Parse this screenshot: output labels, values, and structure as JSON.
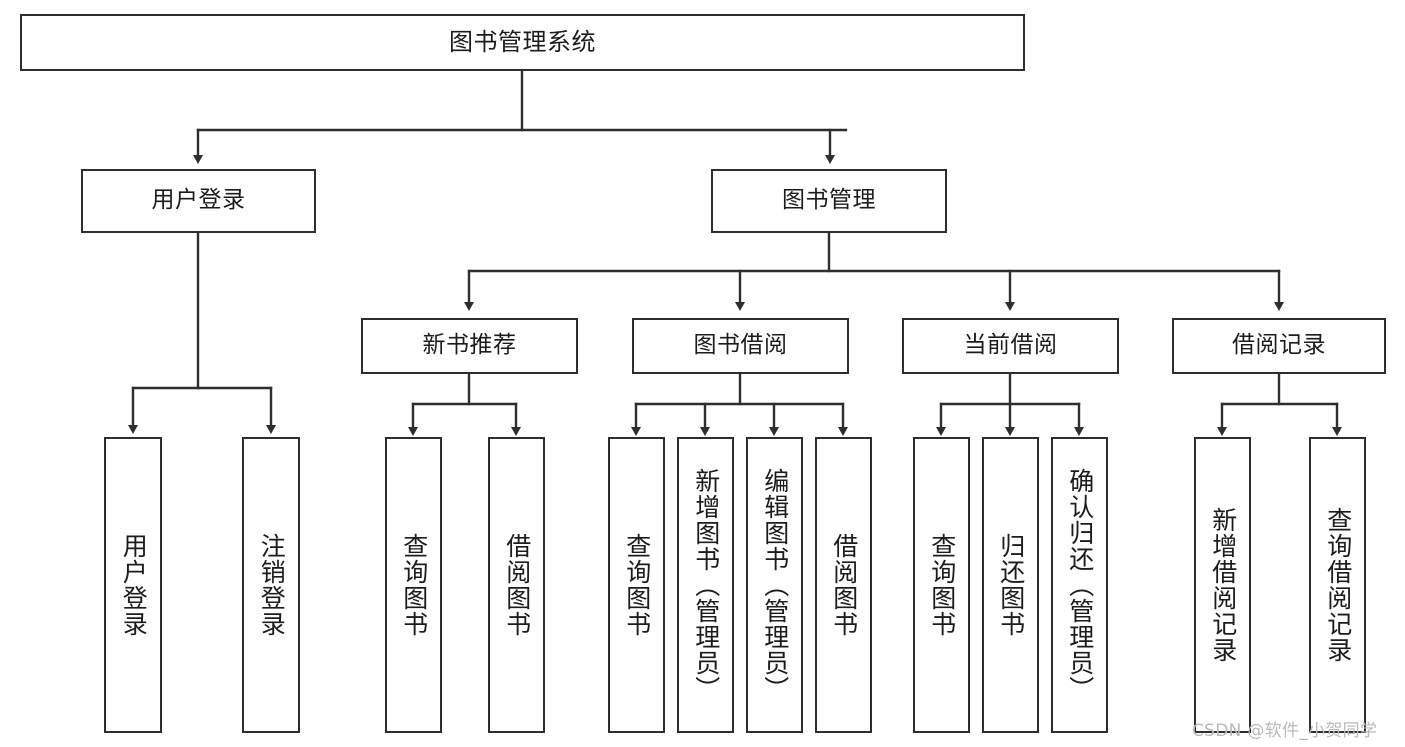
{
  "diagram": {
    "title": "图书管理系统",
    "type": "tree-hierarchy-diagram",
    "watermark": "CSDN @软件_小贺同学",
    "colors": {
      "background": "#ffffff",
      "box_border": "#2e2e2e",
      "box_fill": "#ffffff",
      "text": "#1c1c1c",
      "connector": "#2e2e2e",
      "watermark": "#b9b9b9"
    },
    "nodes": {
      "root": {
        "label": "图书管理系统"
      },
      "level2": [
        {
          "id": "user-login",
          "label": "用户登录"
        },
        {
          "id": "book-manage",
          "label": "图书管理"
        }
      ],
      "level3": [
        {
          "id": "new-book-recommend",
          "label": "新书推荐"
        },
        {
          "id": "book-borrow",
          "label": "图书借阅"
        },
        {
          "id": "current-borrow",
          "label": "当前借阅"
        },
        {
          "id": "borrow-record",
          "label": "借阅记录"
        }
      ],
      "leaves": {
        "user_login": [
          {
            "id": "leaf-user-login",
            "label": "用户登录"
          },
          {
            "id": "leaf-logout-login",
            "label": "注销登录"
          }
        ],
        "new_book_recommend": [
          {
            "id": "leaf-query-book-1",
            "label": "查询图书"
          },
          {
            "id": "leaf-borrow-book-1",
            "label": "借阅图书"
          }
        ],
        "book_borrow": [
          {
            "id": "leaf-query-book-2",
            "label": "查询图书"
          },
          {
            "id": "leaf-add-book",
            "label": "新增图书（管理员）"
          },
          {
            "id": "leaf-edit-book",
            "label": "编辑图书（管理员）"
          },
          {
            "id": "leaf-borrow-book-2",
            "label": "借阅图书"
          }
        ],
        "current_borrow": [
          {
            "id": "leaf-query-book-3",
            "label": "查询图书"
          },
          {
            "id": "leaf-return-book",
            "label": "归还图书"
          },
          {
            "id": "leaf-confirm-return",
            "label": "确认归还（管理员）"
          }
        ],
        "borrow_record": [
          {
            "id": "leaf-add-record",
            "label": "新增借阅记录"
          },
          {
            "id": "leaf-query-record",
            "label": "查询借阅记录"
          }
        ]
      }
    }
  }
}
